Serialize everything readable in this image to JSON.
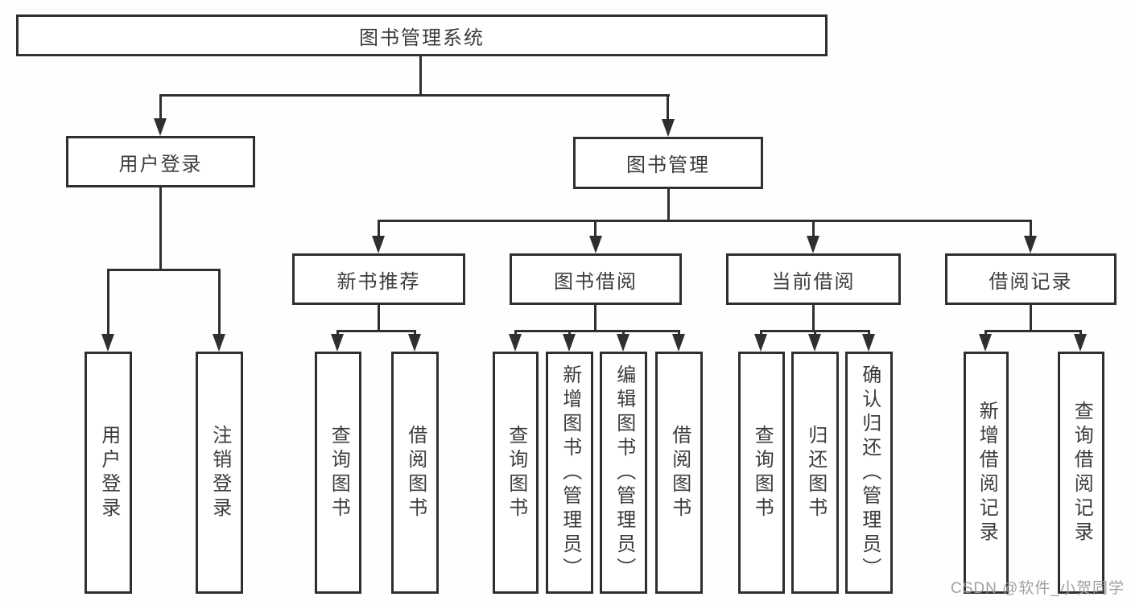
{
  "diagram": {
    "type": "hierarchy-chart",
    "colors": {
      "line": "#2f2f2f",
      "text": "#3c3c3c",
      "box_bg": "#ffffff",
      "watermark": "#9b9b9b"
    },
    "root": {
      "label": "图书管理系统"
    },
    "level2": [
      {
        "label": "用户登录",
        "parent": "图书管理系统"
      },
      {
        "label": "图书管理",
        "parent": "图书管理系统"
      }
    ],
    "level3": [
      {
        "label": "新书推荐",
        "parent": "图书管理"
      },
      {
        "label": "图书借阅",
        "parent": "图书管理"
      },
      {
        "label": "当前借阅",
        "parent": "图书管理"
      },
      {
        "label": "借阅记录",
        "parent": "图书管理"
      }
    ],
    "leaves": [
      {
        "label": "用户登录",
        "parent": "用户登录"
      },
      {
        "label": "注销登录",
        "parent": "用户登录"
      },
      {
        "label": "查询图书",
        "parent": "新书推荐"
      },
      {
        "label": "借阅图书",
        "parent": "新书推荐"
      },
      {
        "label": "查询图书",
        "parent": "图书借阅"
      },
      {
        "label": "新增图书（管理员）",
        "parent": "图书借阅"
      },
      {
        "label": "编辑图书（管理员）",
        "parent": "图书借阅"
      },
      {
        "label": "借阅图书",
        "parent": "图书借阅"
      },
      {
        "label": "查询图书",
        "parent": "当前借阅"
      },
      {
        "label": "归还图书",
        "parent": "当前借阅"
      },
      {
        "label": "确认归还（管理员）",
        "parent": "当前借阅"
      },
      {
        "label": "新增借阅记录",
        "parent": "借阅记录"
      },
      {
        "label": "查询借阅记录",
        "parent": "借阅记录"
      }
    ],
    "watermark": "CSDN @软件_小贺同学"
  }
}
